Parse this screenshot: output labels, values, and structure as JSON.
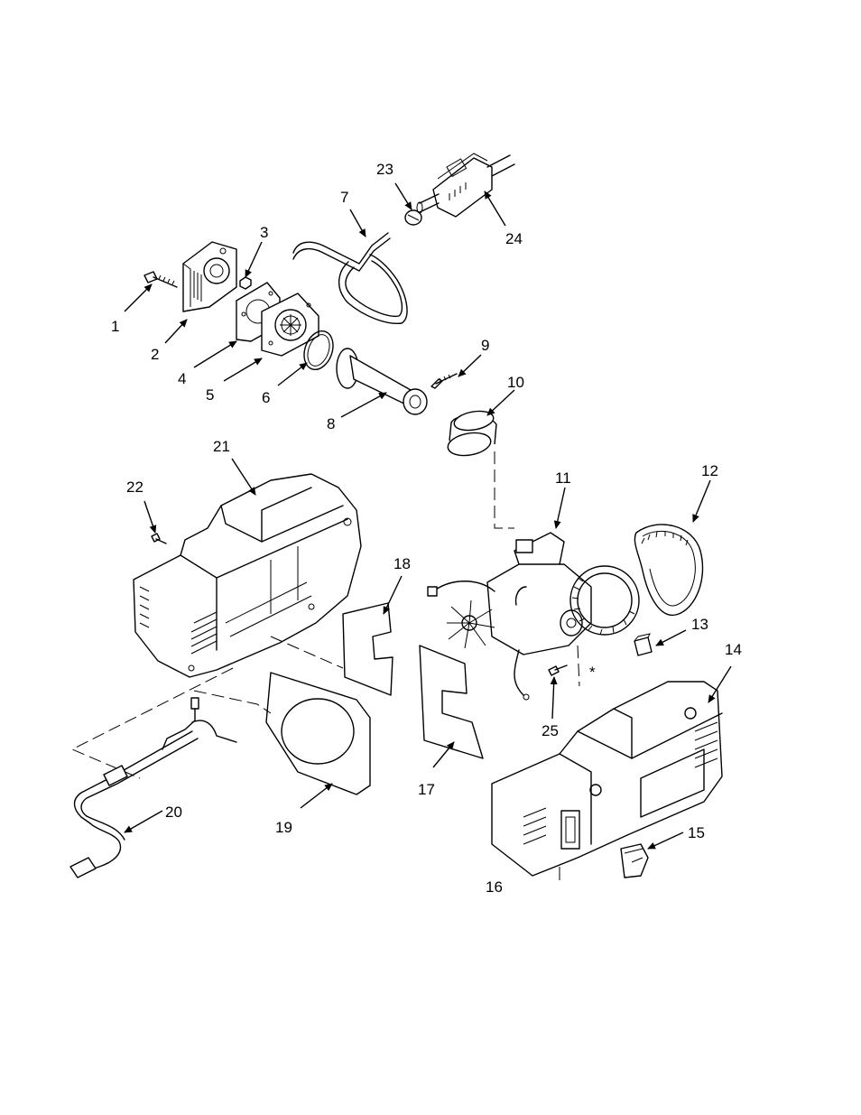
{
  "callouts": [
    {
      "id": "1",
      "label": "1"
    },
    {
      "id": "2",
      "label": "2"
    },
    {
      "id": "3",
      "label": "3"
    },
    {
      "id": "4",
      "label": "4"
    },
    {
      "id": "5",
      "label": "5"
    },
    {
      "id": "6",
      "label": "6"
    },
    {
      "id": "7",
      "label": "7"
    },
    {
      "id": "8",
      "label": "8"
    },
    {
      "id": "9",
      "label": "9"
    },
    {
      "id": "10",
      "label": "10"
    },
    {
      "id": "11",
      "label": "11"
    },
    {
      "id": "12",
      "label": "12"
    },
    {
      "id": "13",
      "label": "13"
    },
    {
      "id": "14",
      "label": "14"
    },
    {
      "id": "15",
      "label": "15"
    },
    {
      "id": "16",
      "label": "16"
    },
    {
      "id": "17",
      "label": "17"
    },
    {
      "id": "18",
      "label": "18"
    },
    {
      "id": "19",
      "label": "19"
    },
    {
      "id": "20",
      "label": "20"
    },
    {
      "id": "21",
      "label": "21"
    },
    {
      "id": "22",
      "label": "22"
    },
    {
      "id": "23",
      "label": "23"
    },
    {
      "id": "24",
      "label": "24"
    },
    {
      "id": "25",
      "label": "25"
    }
  ],
  "asterisk": "*"
}
